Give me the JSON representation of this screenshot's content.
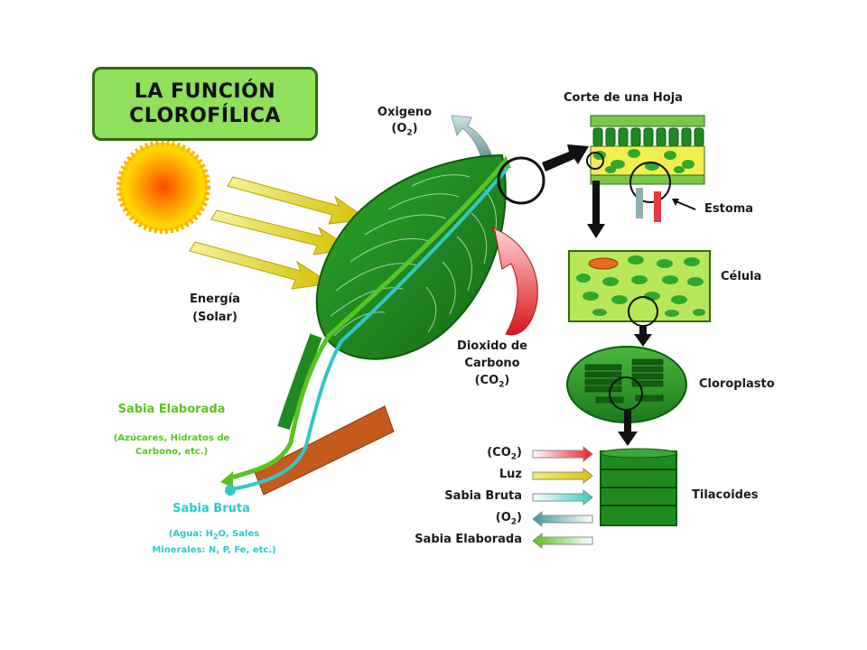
{
  "title": {
    "line1": "LA FUNCIÓN",
    "line2": "CLOROFÍLICA"
  },
  "oxygen": {
    "label": "Oxigeno",
    "formula": "(O",
    "sub": "2",
    "close": ")"
  },
  "energy": {
    "line1": "Energía",
    "line2": "(Solar)"
  },
  "co2": {
    "line1": "Dioxido de",
    "line2": "Carbono",
    "formula": "(CO",
    "sub": "2",
    "close": ")"
  },
  "sap_elaborated": {
    "title": "Sabia Elaborada",
    "line1": "(Azúcares, Hidratos de",
    "line2": "Carbono, etc.)"
  },
  "sap_raw": {
    "title": "Sabia Bruta",
    "line1": "(Agua: H",
    "line1_sub": "2",
    "line1_rest": "O, Sales",
    "line2": "Minerales: N, P, Fe, etc.)"
  },
  "leaf_section": {
    "title": "Corte de una Hoja",
    "stoma": "Estoma"
  },
  "cell": {
    "label": "Célula"
  },
  "chloroplast": {
    "label": "Cloroplasto"
  },
  "thylakoids": {
    "label": "Tilacoides",
    "legend": [
      {
        "text": "(CO",
        "sub": "2",
        "close": ")",
        "color_from": "#ffffff",
        "color_to": "#e8212a",
        "direction": "right"
      },
      {
        "text": "Luz",
        "sub": "",
        "close": "",
        "color_from": "#f4ee7a",
        "color_to": "#d8c400",
        "direction": "right"
      },
      {
        "text": "Sabia Bruta",
        "sub": "",
        "close": "",
        "color_from": "#ffffff",
        "color_to": "#33d0c8",
        "direction": "right"
      },
      {
        "text": "(O",
        "sub": "2",
        "close": ")",
        "color_from": "#3a9aa0",
        "color_to": "#ffffff",
        "direction": "left"
      },
      {
        "text": "Sabia Elaborada",
        "sub": "",
        "close": "",
        "color_from": "#52c41a",
        "color_to": "#ffffff",
        "direction": "left"
      }
    ]
  },
  "colors": {
    "leaf": "#1f8a1f",
    "leaf_dark": "#0d5c0d",
    "title_bg": "#8fe05a",
    "sun": "#ffc300",
    "branch": "#c45a1c",
    "sap_elaborated": "#58c422",
    "sap_raw": "#2ec9c9"
  }
}
